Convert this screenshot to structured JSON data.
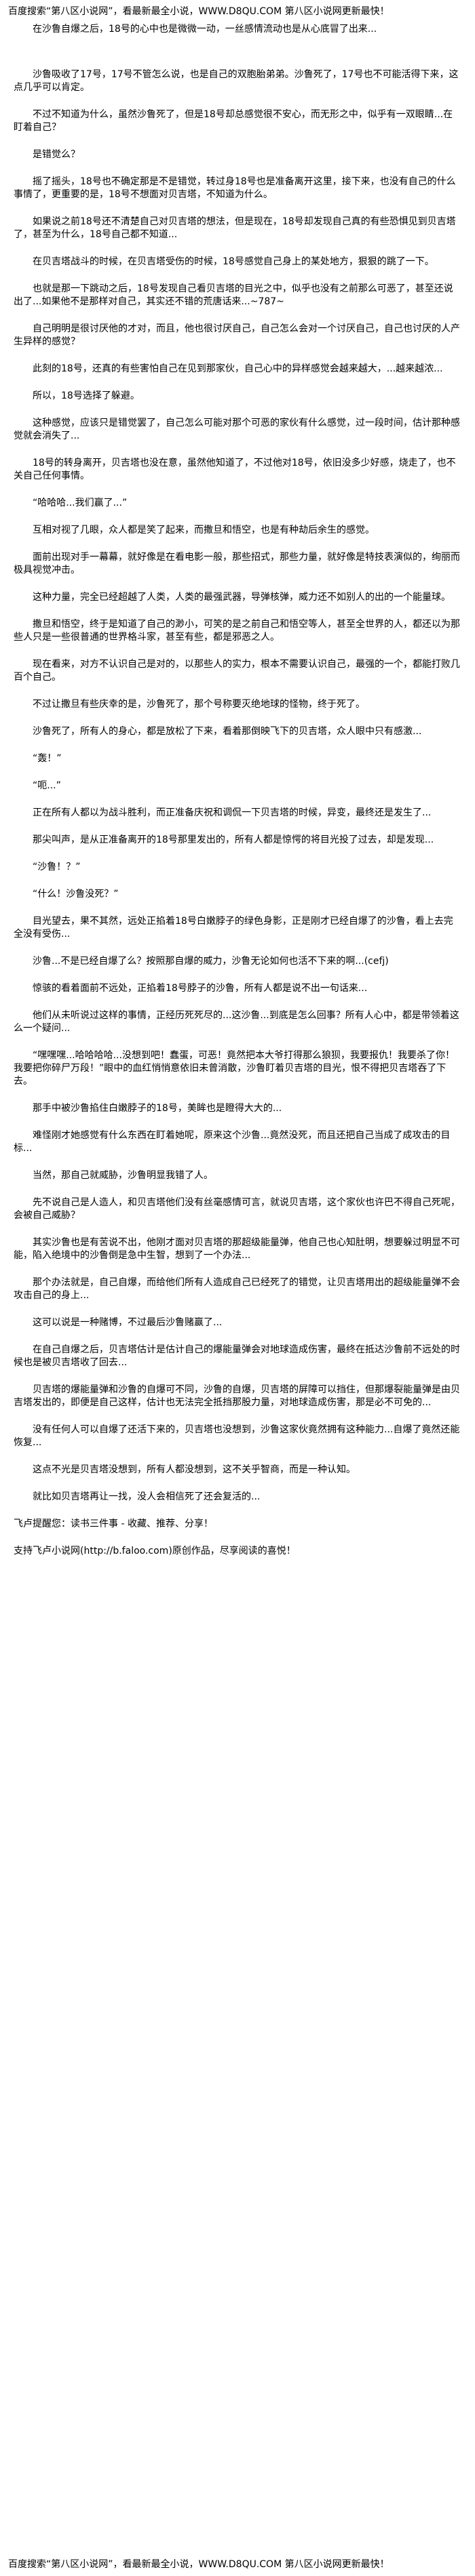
{
  "banner_top": "百度搜索“第八区小说网”，看最新最全小说，WWW.D8QU.COM 第八区小说网更新最快！",
  "banner_bottom": "百度搜索“第八区小说网”，看最新最全小说，WWW.D8QU.COM 第八区小说网更新最快！",
  "paragraphs": [
    "在沙鲁自爆之后，18号的心中也是微微一动，一丝感情流动也是从心底冒了出来...",
    "沙鲁吸收了17号，17号不管怎么说，也是自己的双胞胎弟弟。沙鲁死了，17号也不可能活得下来，这点几乎可以肯定。",
    "不过不知道为什么，虽然沙鲁死了，但是18号却总感觉很不安心，而无形之中，似乎有一双眼睛...在盯着自己？",
    "是错觉么？",
    "摇了摇头，18号也不确定那是不是错觉，转过身18号也是准备离开这里，接下来，也没有自己的什么事情了，更重要的是，18号不想面对贝吉塔，不知道为什么。",
    "如果说之前18号还不清楚自己对贝吉塔的想法，但是现在，18号却发现自己真的有些恐惧见到贝吉塔了，甚至为什么，18号自己都不知道...",
    "在贝吉塔战斗的时候，在贝吉塔受伤的时候，18号感觉自己身上的某处地方，狠狠的跳了一下。",
    "也就是那一下跳动之后，18号发现自己看贝吉塔的目光之中，似乎也没有之前那么可恶了，甚至还说出了...如果他不是那样对自己，其实还不错的荒唐话来...~787~",
    "自己明明是很讨厌他的才对，而且，他也很讨厌自己，自己怎么会对一个讨厌自己，自己也讨厌的人产生异样的感觉？",
    "此刻的18号，还真的有些害怕自己在见到那家伙，自己心中的异样感觉会越来越大，...越来越浓...",
    "所以，18号选择了躲避。",
    "这种感觉，应该只是错觉罢了，自己怎么可能对那个可恶的家伙有什么感觉，过一段时间，估计那种感觉就会消失了...",
    "18号的转身离开，贝吉塔也没在意，虽然他知道了，不过他对18号，依旧没多少好感，烧走了，也不关自己任何事情。",
    "“哈哈哈...我们赢了...”",
    "互相对视了几眼，众人都是笑了起来，而撒旦和悟空，也是有种劫后余生的感觉。",
    "面前出现对手一幕幕，就好像是在看电影一般，那些招式，那些力量，就好像是特技表演似的，绚丽而极具视觉冲击。",
    "这种力量，完全已经超越了人类，人类的最强武器，导弹核弹，威力还不如别人的出的一个能量球。",
    "撒旦和悟空，终于是知道了自己的渺小，可笑的是之前自己和悟空等人，甚至全世界的人，都还以为那些人只是一些很普通的世界格斗家，甚至有些，都是邪恶之人。",
    "现在看来，对方不认识自己是对的，以那些人的实力，根本不需要认识自己，最强的一个，都能打败几百个自己。",
    "不过让撒旦有些庆幸的是，沙鲁死了，那个号称要灭绝地球的怪物，终于死了。",
    "沙鲁死了，所有人的身心，都是放松了下来，看着那倒映飞下的贝吉塔，众人眼中只有感激...",
    "“轰！”",
    "“呃...”",
    "正在所有人都以为战斗胜利，而正准备庆祝和调侃一下贝吉塔的时候，异变，最终还是发生了...",
    "那尖叫声，是从正准备离开的18号那里发出的，所有人都是惊愕的将目光投了过去，却是发现...",
    "“沙鲁！？”",
    "“什么！沙鲁没死？”",
    "目光望去，果不其然，远处正掐着18号白嫩脖子的绿色身影，正是刚才已经自爆了的沙鲁，看上去完全没有受伤...",
    "沙鲁...不是已经自爆了么？按照那自爆的威力，沙鲁无论如何也活不下来的啊...(cefj)",
    "惊骇的看着面前不远处，正掐着18号脖子的沙鲁，所有人都是说不出一句话来...",
    "他们从未听说过这样的事情，正经历死死尽的...这沙鲁...到底是怎么回事？所有人心中，都是带领着这么一个疑问...",
    "“嘿嘿嘿...哈哈哈哈...没想到吧！蠢蛋，可恶！竟然把本大爷打得那么狼狈，我要报仇！我要杀了你！我要把你碎尸万段！”眼中的血红悄悄意依旧未曾消散，沙鲁盯着贝吉塔的目光，恨不得把贝吉塔吞了下去。",
    "那手中被沙鲁掐住白嫩脖子的18号，美眸也是瞪得大大的...",
    "难怪刚才她感觉有什么东西在盯着她呢，原来这个沙鲁...竟然没死，而且还把自己当成了成攻击的目标...",
    "当然，那自己就威胁，沙鲁明显我错了人。",
    "先不说自己是人造人，和贝吉塔他们没有丝毫感情可言，就说贝吉塔，这个家伙也许巴不得自己死呢，会被自己威胁？",
    "其实沙鲁也是有苦说不出，他刚才面对贝吉塔的那超级能量弹，他自己也心知肚明，想要躲过明显不可能，陷入绝境中的沙鲁倒是急中生智，想到了一个办法...",
    "那个办法就是，自己自爆，而给他们所有人造成自己已经死了的错觉，让贝吉塔用出的超级能量弹不会攻击自己的身上...",
    "这可以说是一种赌博，不过最后沙鲁赌赢了...",
    "在自己自爆之后，贝吉塔估计是估计自己的爆能量弹会对地球造成伤害，最终在抵达沙鲁前不远处的时候也是被贝吉塔收了回去...",
    "贝吉塔的爆能量弹和沙鲁的自爆可不同，沙鲁的自爆，贝吉塔的屏障可以挡住，但那爆裂能量弹是由贝吉塔发出的，即便是自己这样，估计也无法完全抵挡那股力量，对地球造成伤害，那是必不可免的...",
    "没有任何人可以自爆了还活下来的，贝吉塔也没想到，沙鲁这家伙竟然拥有这种能力...自爆了竟然还能恢复...",
    "这点不光是贝吉塔没想到，所有人都没想到，这不关乎智商，而是一种认知。",
    "就比如贝吉塔再让一找，没人会相信死了还会复活的..."
  ],
  "outro": {
    "line1": "飞卢提醒您：读书三件事 - 收藏、推荐、分享！",
    "line2": "支持飞卢小说网(http://b.faloo.com)原创作品，尽享阅读的喜悦！"
  }
}
